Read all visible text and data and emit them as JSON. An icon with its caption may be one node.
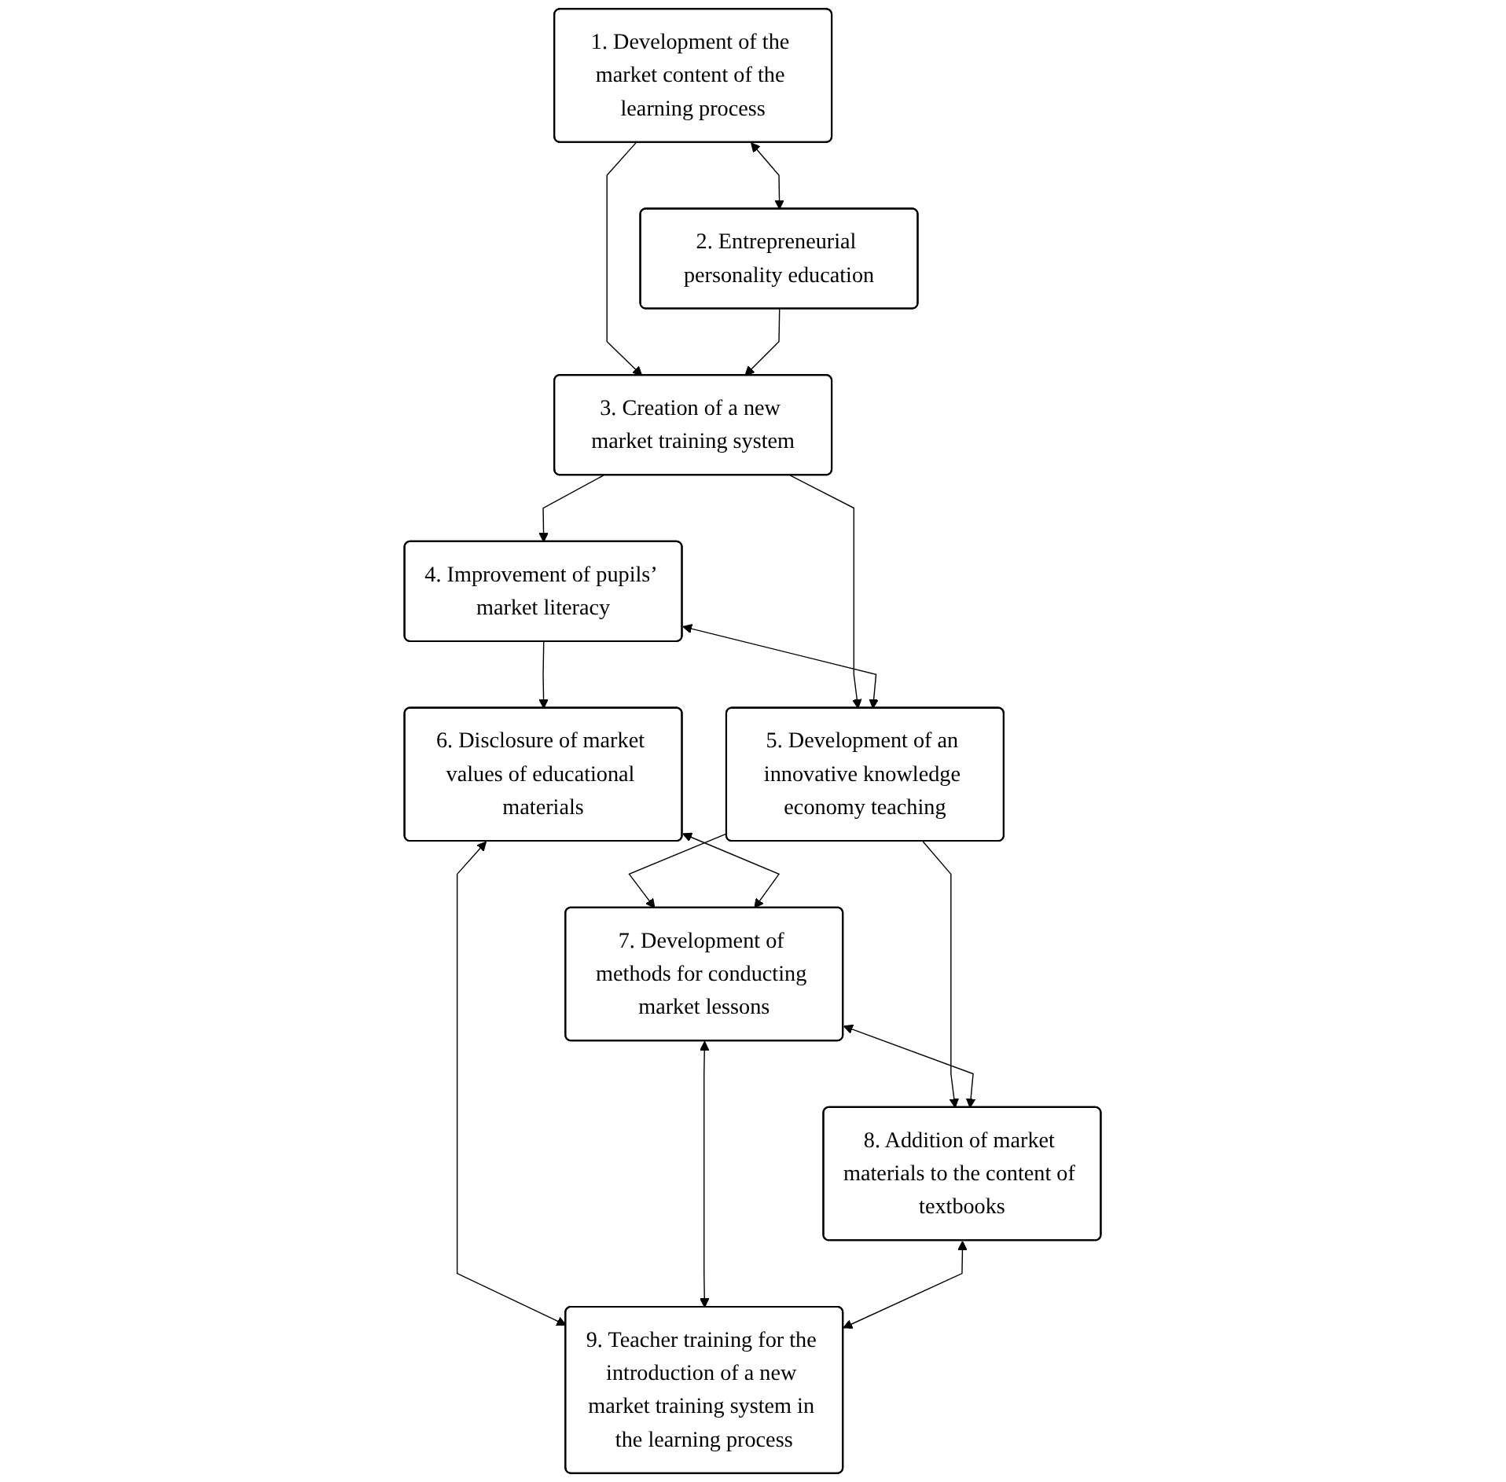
{
  "diagram": {
    "nodes": [
      {
        "text": [
          "1. Development of the market content of the learning process"
        ]
      },
      {
        "text": [
          "2. Entrepreneurial personality education"
        ]
      },
      {
        "text": [
          "3. Creation of a new market training system"
        ]
      },
      {
        "text": [
          "4. Improvement of pupils’ market literacy"
        ]
      },
      {
        "text": [
          "5. Development of an innovative knowledge economy teaching"
        ]
      },
      {
        "text": [
          "6. Disclosure of market values of educational materials"
        ]
      },
      {
        "text": [
          "7. Development of methods for conducting market lessons"
        ]
      },
      {
        "text": [
          "8. Addition of market materials to the content of textbooks"
        ]
      },
      {
        "text": [
          "9. Teacher training for the introduction of a new market training system in the learning process"
        ]
      }
    ],
    "edges": [
      {
        "from": 0,
        "to": 1,
        "arrow": "both"
      },
      {
        "from": 0,
        "to": 2,
        "arrow": "to"
      },
      {
        "from": 1,
        "to": 2,
        "arrow": "to"
      },
      {
        "from": 2,
        "to": 3,
        "arrow": "to"
      },
      {
        "from": 2,
        "to": 4,
        "arrow": "to"
      },
      {
        "from": 3,
        "to": 4,
        "arrow": "both"
      },
      {
        "from": 3,
        "to": 5,
        "arrow": "to"
      },
      {
        "from": 4,
        "to": 6,
        "arrow": "to"
      },
      {
        "from": 4,
        "to": 7,
        "arrow": "to"
      },
      {
        "from": 5,
        "to": 6,
        "arrow": "both"
      },
      {
        "from": 6,
        "to": 7,
        "arrow": "both"
      },
      {
        "from": 5,
        "to": 8,
        "arrow": "both"
      },
      {
        "from": 6,
        "to": 8,
        "arrow": "both"
      },
      {
        "from": 7,
        "to": 8,
        "arrow": "both"
      }
    ]
  }
}
